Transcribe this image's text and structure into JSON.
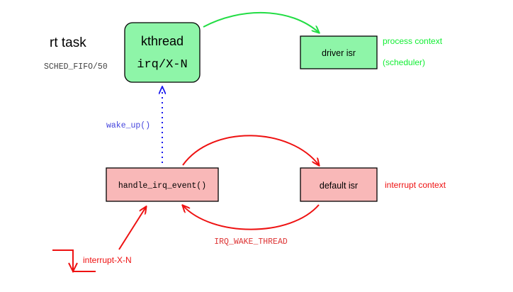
{
  "labels": {
    "rt_task": "rt task",
    "sched_policy": "SCHED_FIFO/50",
    "kthread_title": "kthread",
    "kthread_name": "irq/X-N",
    "driver_isr": "driver  isr",
    "process_context": "process  context",
    "scheduler": "(scheduler)",
    "wake_up": "wake_up()",
    "handle_irq_event": "handle_irq_event()",
    "default_isr": "default  isr",
    "interrupt_context": "interrupt context",
    "irq_wake_thread": "IRQ_WAKE_THREAD",
    "interrupt_line": "interrupt-X-N"
  },
  "colors": {
    "green_box": "#8ef5a8",
    "red_box": "#f9b8b8",
    "green_arrow": "#22dd44",
    "green_text": "#11ee33",
    "red": "#ee1111",
    "blue": "#1a1aee",
    "wake_text": "#4444dd",
    "irq_text": "#dd3333",
    "gray_text": "#444444"
  }
}
